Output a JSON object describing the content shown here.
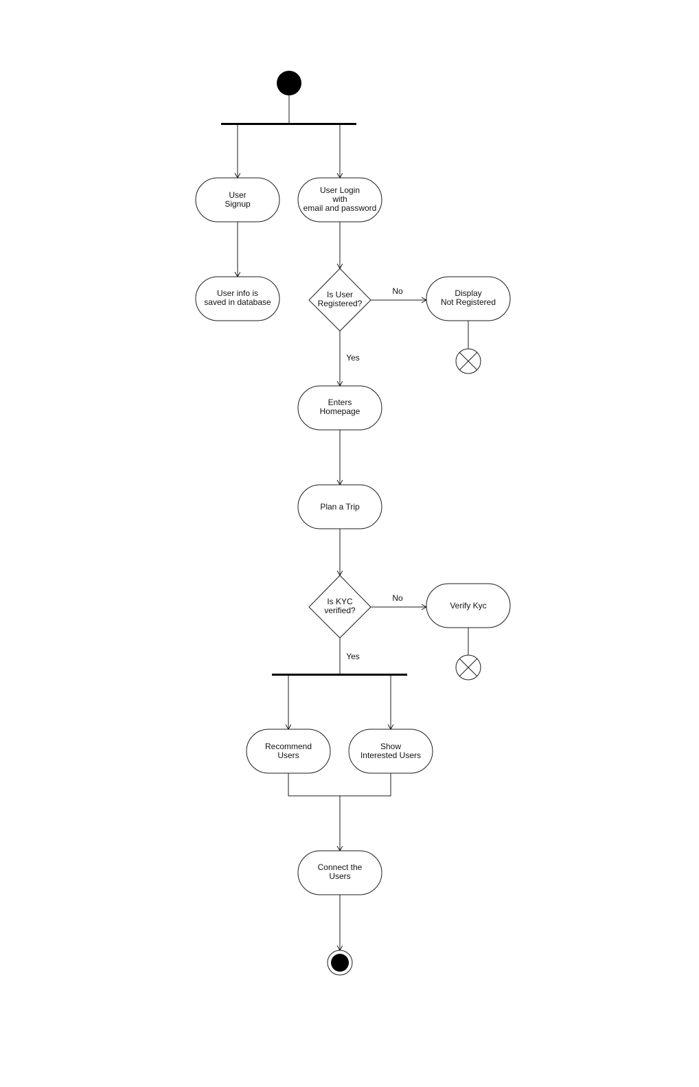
{
  "diagram": {
    "activities": {
      "user_signup": [
        "User",
        "Signup"
      ],
      "user_login": [
        "User Login",
        "with",
        "email and password"
      ],
      "user_info_saved": [
        "User info is",
        "saved in database"
      ],
      "display_not_registered": [
        "Display",
        "Not Registered"
      ],
      "enters_homepage": [
        "Enters",
        "Homepage"
      ],
      "plan_trip": [
        "Plan a Trip"
      ],
      "verify_kyc": [
        "Verify Kyc"
      ],
      "recommend_users": [
        "Recommend",
        "Users"
      ],
      "show_interested_users": [
        "Show",
        "Interested Users"
      ],
      "connect_users": [
        "Connect the",
        "Users"
      ]
    },
    "decisions": {
      "is_registered": [
        "Is User",
        "Registered?"
      ],
      "is_kyc_verified": [
        "Is KYC",
        "verified?"
      ]
    },
    "edge_labels": {
      "registered_no": "No",
      "registered_yes": "Yes",
      "kyc_no": "No",
      "kyc_yes": "Yes"
    }
  }
}
